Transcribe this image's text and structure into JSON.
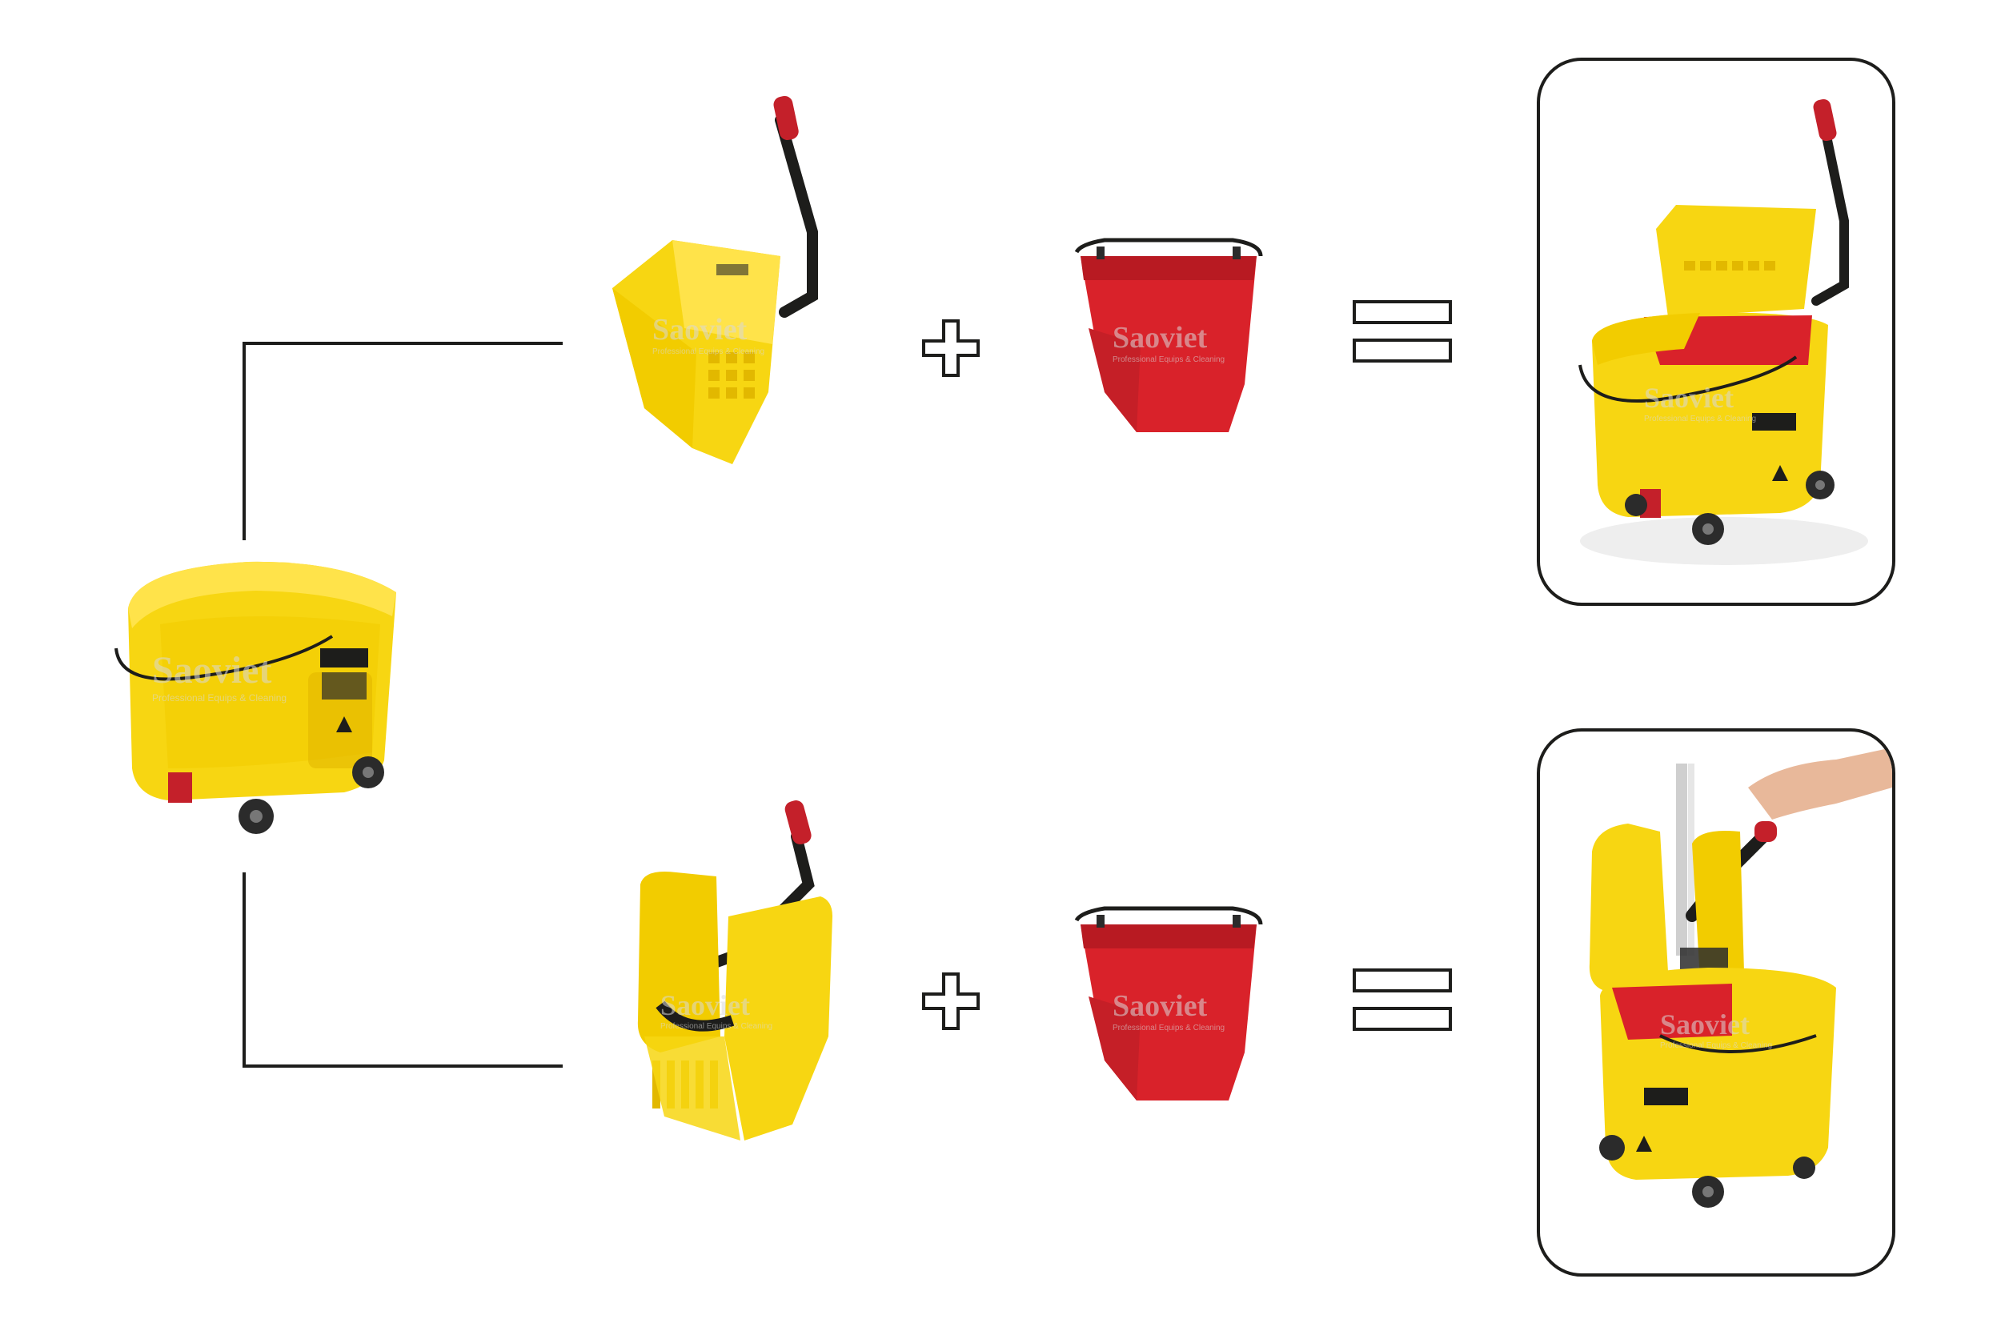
{
  "colors": {
    "line": "#1d1d1b",
    "bucket_yellow": "#f7d612",
    "bucket_yellow_shadow": "#e2b800",
    "pail_red": "#d9222a",
    "handle_dark": "#2a2a2a",
    "handle_grip_red": "#c4202a",
    "wheel": "#2b2b2b"
  },
  "watermark": {
    "brand": "Saoviet",
    "tagline": "Professional Equips & Cleaning"
  },
  "rows": [
    {
      "component_a": "side-press-wringer",
      "operator_plus": "+",
      "component_b": "red-dirty-water-pail",
      "operator_equals": "=",
      "result": "mop-bucket-with-side-press-wringer"
    },
    {
      "component_a": "down-press-wringer",
      "operator_plus": "+",
      "component_b": "red-dirty-water-pail",
      "operator_equals": "=",
      "result": "mop-bucket-with-down-press-wringer"
    }
  ],
  "base": "yellow-mop-bucket-with-casters"
}
